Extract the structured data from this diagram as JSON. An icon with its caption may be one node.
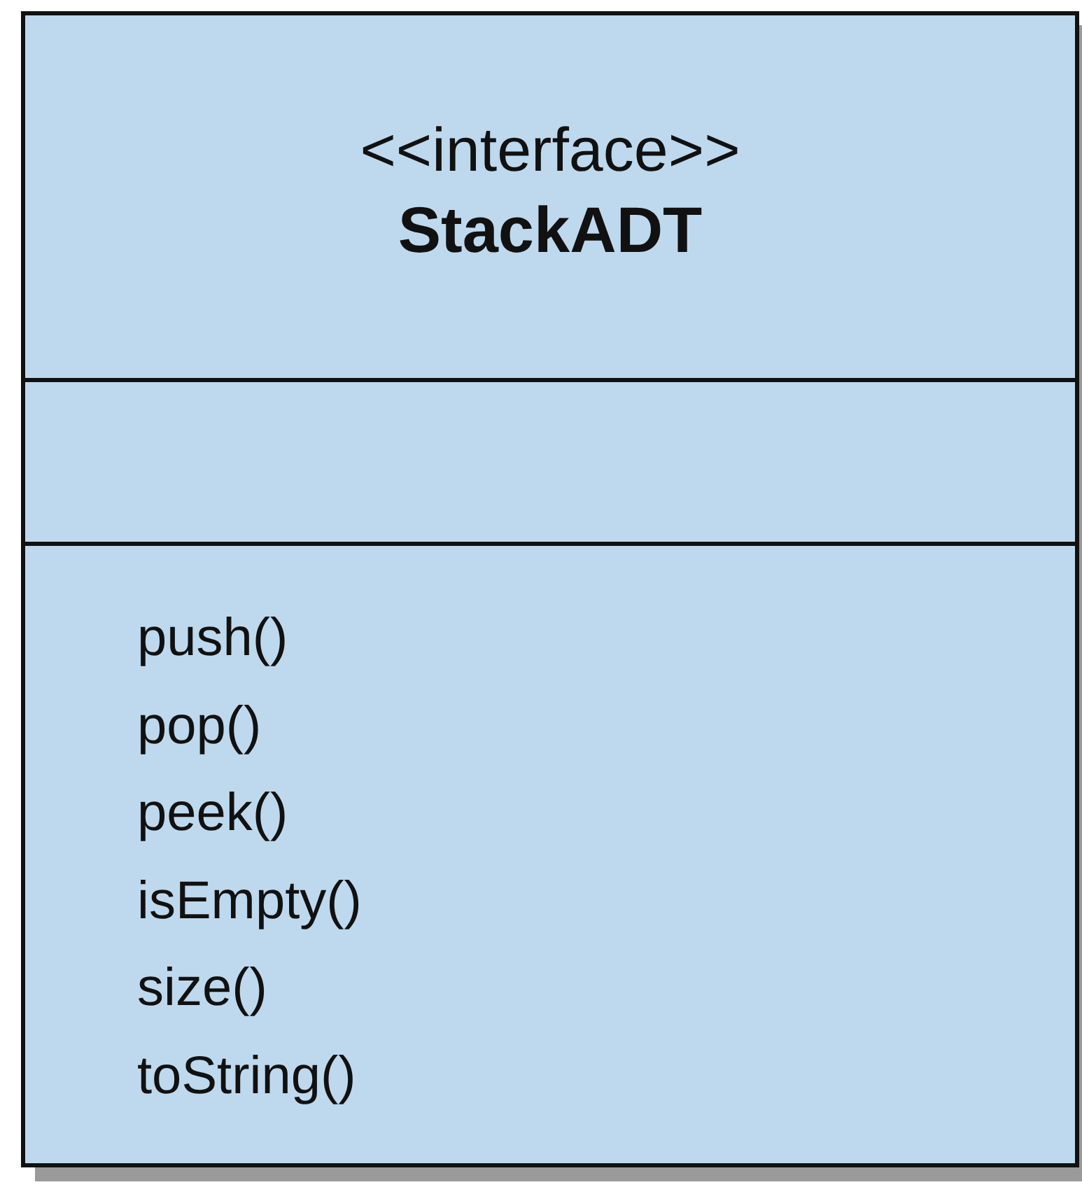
{
  "diagram": {
    "nodes": [
      {
        "text": [],
        "shape": "box"
      },
      {
        "text": [
          "<<interface>>",
          "StackADT"
        ],
        "in": 0
      },
      {
        "text": [],
        "shape": "box",
        "in": 0
      },
      {
        "text": [
          "push()",
          "pop()",
          "peek()",
          "isEmpty()",
          "size()",
          "toString()"
        ],
        "in": 0
      }
    ]
  }
}
